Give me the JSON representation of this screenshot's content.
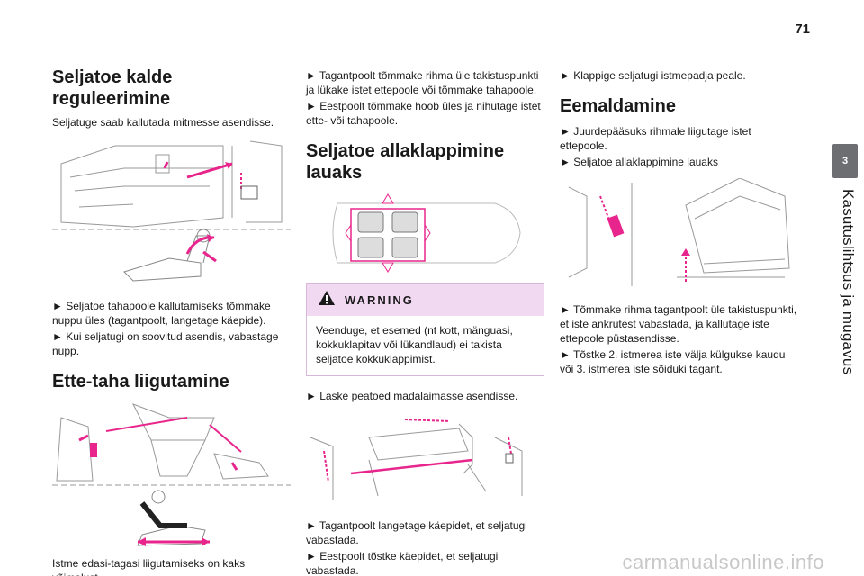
{
  "page_number": "71",
  "chapter": {
    "number": "3",
    "title": "Kasutuslihtsus ja mugavus"
  },
  "col1": {
    "h1": "Seljatoe kalde reguleerimine",
    "p1": "Seljatuge saab kallutada mitmesse asendisse.",
    "s1": "► Seljatoe tahapoole kallutamiseks tõmmake nuppu üles (tagantpoolt, langetage käepide).",
    "s2": "► Kui seljatugi on soovitud asendis, vabastage nupp.",
    "h2": "Ette-taha liigutamine",
    "p2": "Istme edasi-tagasi liigutamiseks on kaks võimalust."
  },
  "col2": {
    "s1": "► Tagantpoolt tõmmake rihma üle takistuspunkti ja lükake istet ettepoole või tõmmake tahapoole.",
    "s2": "► Eestpoolt tõmmake hoob üles ja nihutage istet ette- või tahapoole.",
    "h1": "Seljatoe allaklappimine lauaks",
    "warning_title": "WARNING",
    "warning_text": "Veenduge, et esemed (nt kott, mänguasi, kokkuklapitav või lükandlaud) ei takista seljatoe kokkuklappimist.",
    "s3": "► Laske peatoed madalaimasse asendisse.",
    "s4": "► Tagantpoolt langetage käepidet, et seljatugi vabastada.",
    "s5": "► Eestpoolt tõstke käepidet, et seljatugi vabastada."
  },
  "col3": {
    "s1": "► Klappige seljatugi istmepadja peale.",
    "h1": "Eemaldamine",
    "s2": "► Juurdepääsuks rihmale liigutage istet ettepoole.",
    "s3": "► Seljatoe allaklappimine lauaks",
    "s4": "► Tõmmake rihma tagantpoolt üle takistuspunkti, et iste ankrutest vabastada, ja kallutage iste ettepoole püstasendisse.",
    "s5": "► Tõstke 2. istmerea iste välja külgukse kaudu või 3. istmerea iste sõiduki tagant."
  },
  "watermark": "carmanualsonline.info",
  "colors": {
    "accent": "#e8258c",
    "badge": "#6c6e72",
    "warning_bg": "#f2d9f2"
  }
}
